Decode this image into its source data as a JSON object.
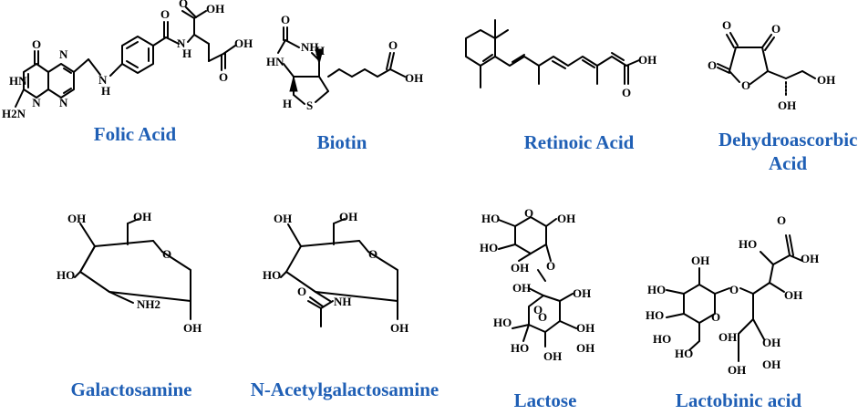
{
  "compounds": [
    {
      "name": "Folic Acid",
      "atom_labels": [
        "O",
        "HN",
        "N",
        "H2N",
        "N",
        "N",
        "N",
        "H",
        "O",
        "N",
        "H",
        "O",
        "OH",
        "O",
        "OH"
      ]
    },
    {
      "name": "Biotin",
      "atom_labels": [
        "O",
        "NH",
        "HN",
        "H",
        "H",
        "S",
        "O",
        "OH"
      ]
    },
    {
      "name": "Retinoic Acid",
      "atom_labels": [
        "O",
        "OH"
      ]
    },
    {
      "name": "Dehydroascorbic Acid",
      "name_lines": [
        "Dehydroascorbic",
        "Acid"
      ],
      "atom_labels": [
        "O",
        "O",
        "O",
        "O",
        "OH",
        "OH"
      ]
    },
    {
      "name": "Galactosamine",
      "atom_labels": [
        "OH",
        "OH",
        "O",
        "HO",
        "NH2",
        "OH"
      ]
    },
    {
      "name": "N-Acetylgalactosamine",
      "atom_labels": [
        "OH",
        "OH",
        "O",
        "HO",
        "NH",
        "O",
        "OH"
      ]
    },
    {
      "name": "Lactose",
      "atom_labels": [
        "HO",
        "O",
        "OH",
        "HO",
        "OH",
        "O",
        "OH",
        "O",
        "OH",
        "HO",
        "O",
        "OH",
        "HO",
        "OH",
        "OH"
      ]
    },
    {
      "name": "Lactobinic acid",
      "atom_labels": [
        "O",
        "HO",
        "OH",
        "OH",
        "HO",
        "O",
        "OH",
        "HO",
        "O",
        "OH",
        "HO",
        "OH",
        "OH",
        "HO",
        "OH"
      ]
    }
  ]
}
